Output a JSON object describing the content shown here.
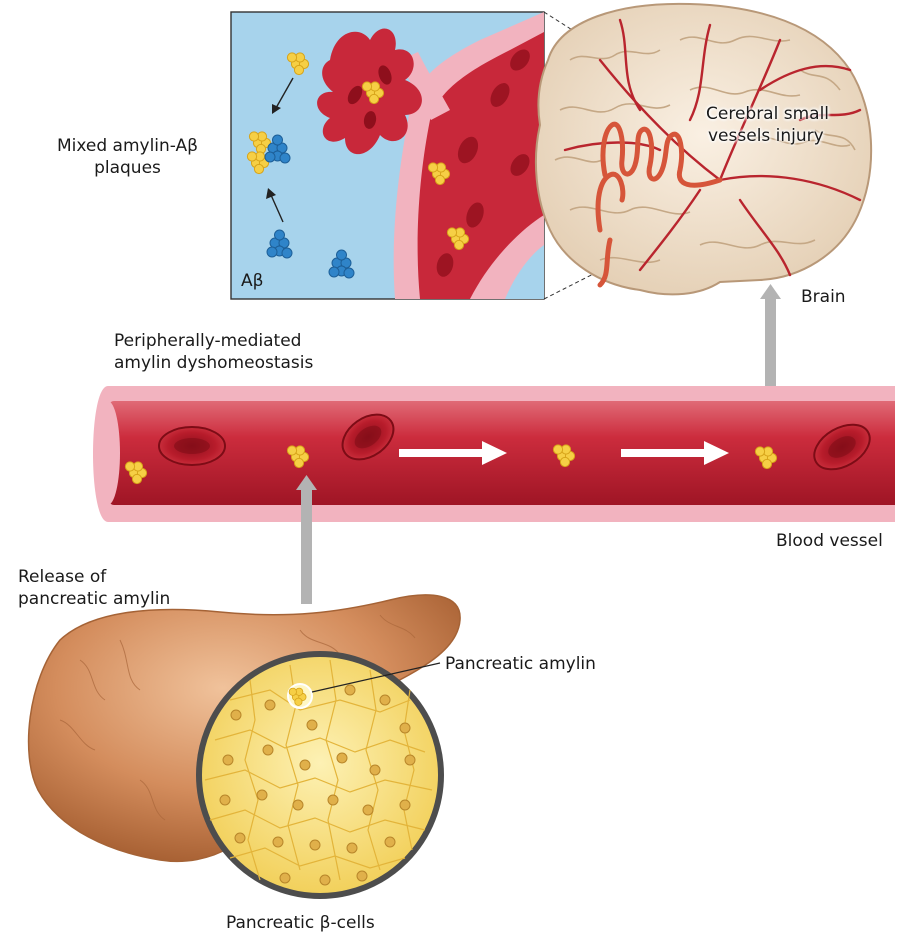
{
  "labels": {
    "mixed_plaques_line1": "Mixed amylin-Aβ",
    "mixed_plaques_line2": "plaques",
    "abeta": "Aβ",
    "cerebral_line1": "Cerebral small",
    "cerebral_line2": "vessels injury",
    "brain": "Brain",
    "peripheral_line1": "Peripherally-mediated",
    "peripheral_line2": "amylin dyshomeostasis",
    "blood_vessel": "Blood vessel",
    "release_line1": "Release of",
    "release_line2": "pancreatic amylin",
    "pancreatic_amylin": "Pancreatic amylin",
    "beta_cells": "Pancreatic β-cells"
  },
  "colors": {
    "inset_background": "#a7d3ec",
    "vessel_red": "#c8283a",
    "vessel_wall": "#f2b3bf",
    "amylin_yellow": "#f6cf45",
    "abeta_blue": "#2f84c9",
    "arrow_gray": "#b3b3b3",
    "pancreas_tan": "#cd8a57",
    "beta_cell_yellow": "#f8e07a"
  },
  "icons": [
    "amylin-cluster-icon",
    "abeta-cluster-icon",
    "flow-arrow-icon",
    "red-blood-cell-icon"
  ]
}
